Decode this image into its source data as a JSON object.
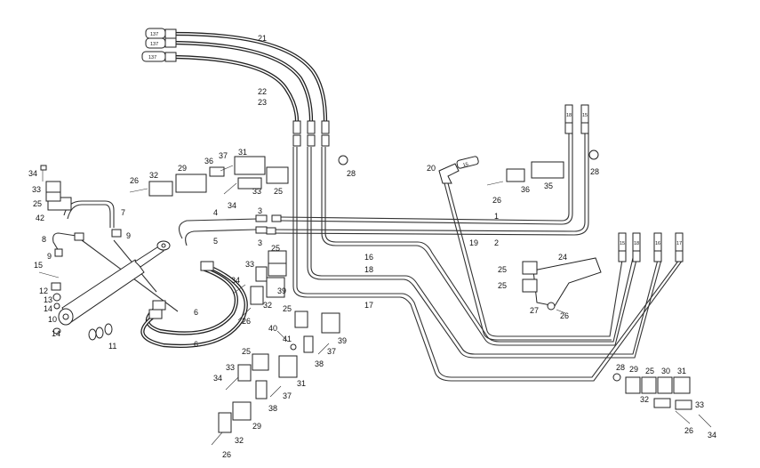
{
  "hose_tags": [
    "137",
    "137",
    "137"
  ],
  "pipe_tags": [
    "15",
    "18",
    "16",
    "17"
  ],
  "pipe_tags_top": [
    "18",
    "15"
  ],
  "fitting_tag": "15",
  "labels": {
    "n1": "1",
    "n2": "2",
    "n3a": "3",
    "n3b": "3",
    "n4": "4",
    "n5": "5",
    "n6a": "6",
    "n6b": "6",
    "n7": "7",
    "n8": "8",
    "n9a": "9",
    "n9b": "9",
    "n10": "10",
    "n11": "11",
    "n12": "12",
    "n13": "13",
    "n14a": "14",
    "n14b": "14",
    "n15a": "15",
    "n16": "16",
    "n17": "17",
    "n18": "18",
    "n19": "19",
    "n20": "20",
    "n21": "21",
    "n22": "22",
    "n23": "23",
    "n24": "24",
    "n25a": "25",
    "n25b": "25",
    "n25c": "25",
    "n25d": "25",
    "n25e": "25",
    "n25f": "25",
    "n25g": "25",
    "n25h": "25",
    "n26a": "26",
    "n26b": "26",
    "n26c": "26",
    "n26d": "26",
    "n26e": "26",
    "n26f": "26",
    "n27": "27",
    "n28a": "28",
    "n28b": "28",
    "n28c": "28",
    "n29a": "29",
    "n29b": "29",
    "n29c": "29",
    "n30": "30",
    "n31a": "31",
    "n31b": "31",
    "n31c": "31",
    "n32a": "32",
    "n32b": "32",
    "n32c": "32",
    "n32d": "32",
    "n33a": "33",
    "n33b": "33",
    "n33c": "33",
    "n33d": "33",
    "n33e": "33",
    "n34a": "34",
    "n34b": "34",
    "n34c": "34",
    "n34d": "34",
    "n34e": "34",
    "n35": "35",
    "n36a": "36",
    "n36b": "36",
    "n37a": "37",
    "n37b": "37",
    "n37c": "37",
    "n38a": "38",
    "n38b": "38",
    "n39a": "39",
    "n39b": "39",
    "n40": "40",
    "n41": "41",
    "n42": "42"
  }
}
